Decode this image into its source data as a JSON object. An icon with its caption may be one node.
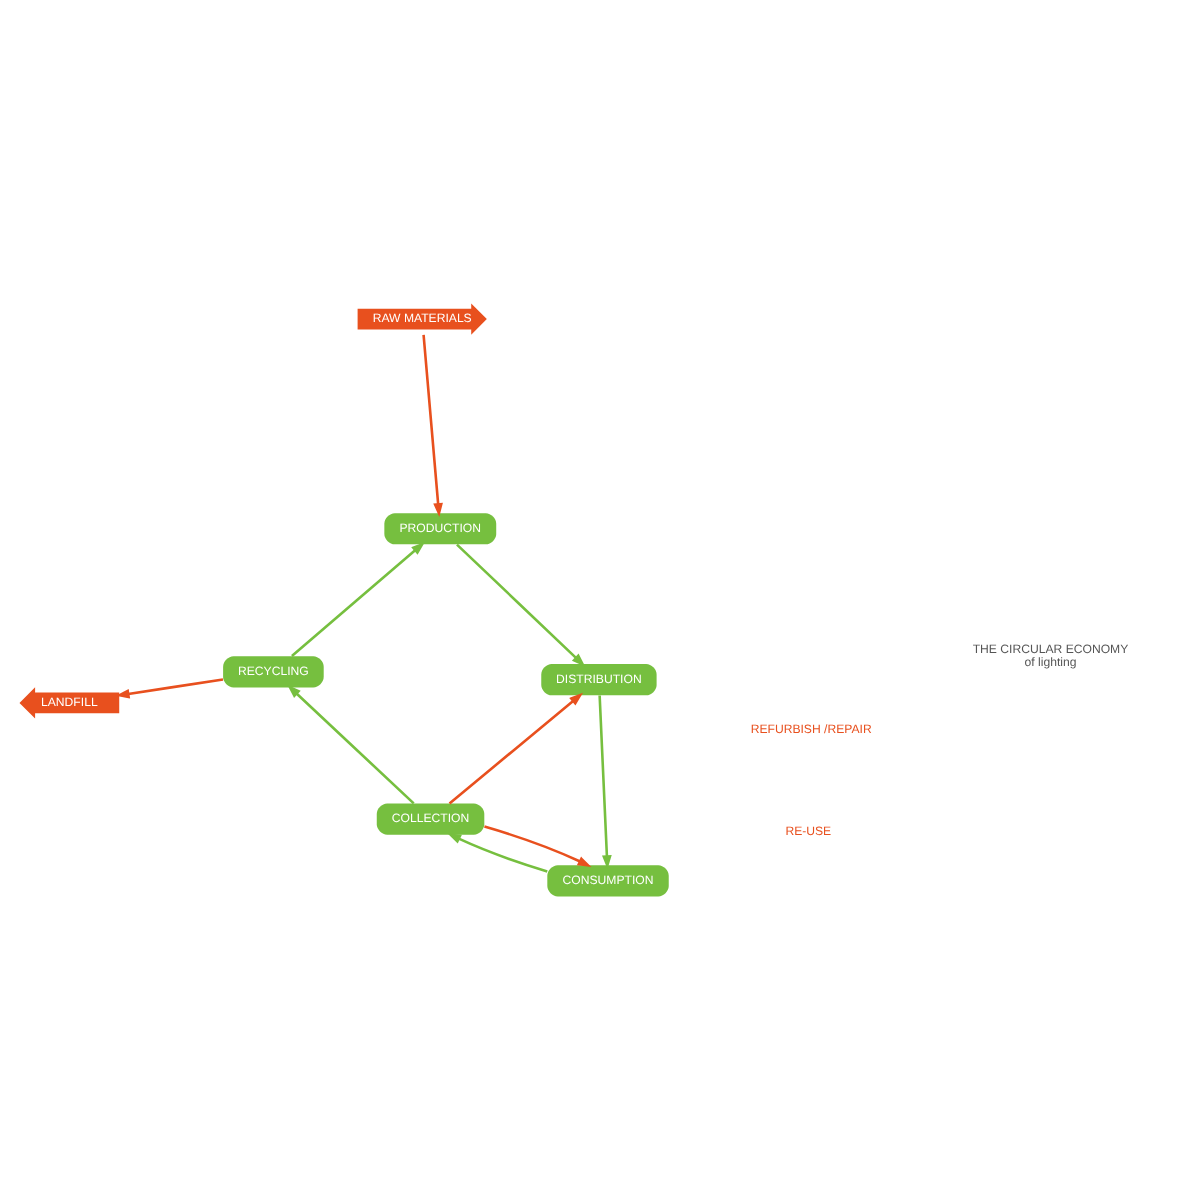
{
  "diagram": {
    "nodes": [
      {
        "text": [
          "PRODUCTION"
        ]
      },
      {
        "text": [
          "DISTRIBUTION"
        ]
      },
      {
        "text": [
          "CONSUMPTION"
        ]
      },
      {
        "text": [
          "COLLECTION"
        ]
      },
      {
        "text": [
          "RECYCLING"
        ]
      },
      {
        "text": [
          "RAW MATERIALS"
        ]
      },
      {
        "text": [
          "LANDFILL"
        ]
      },
      {
        "text": [
          "THE CIRCULAR ECONOMY",
          "of lighting"
        ]
      }
    ],
    "edges": [
      {
        "from": 5,
        "to": 0,
        "arrow": "to",
        "color": "#e8501e"
      },
      {
        "from": 0,
        "to": 1,
        "arrow": "to"
      },
      {
        "from": 1,
        "to": 2,
        "arrow": "to"
      },
      {
        "from": 2,
        "to": 3,
        "arrow": "to"
      },
      {
        "from": 3,
        "to": 4,
        "arrow": "to"
      },
      {
        "from": 4,
        "to": 0,
        "arrow": "to"
      },
      {
        "from": 4,
        "to": 6,
        "arrow": "to",
        "color": "#e8501e"
      },
      {
        "from": 3,
        "to": 1,
        "arrow": "to",
        "color": "#e8501e"
      },
      {
        "from": 3,
        "to": 2,
        "arrow": "to",
        "color": "#e8501e"
      }
    ],
    "labels": [
      "REFURBISH /REPAIR",
      "RE-USE"
    ]
  }
}
